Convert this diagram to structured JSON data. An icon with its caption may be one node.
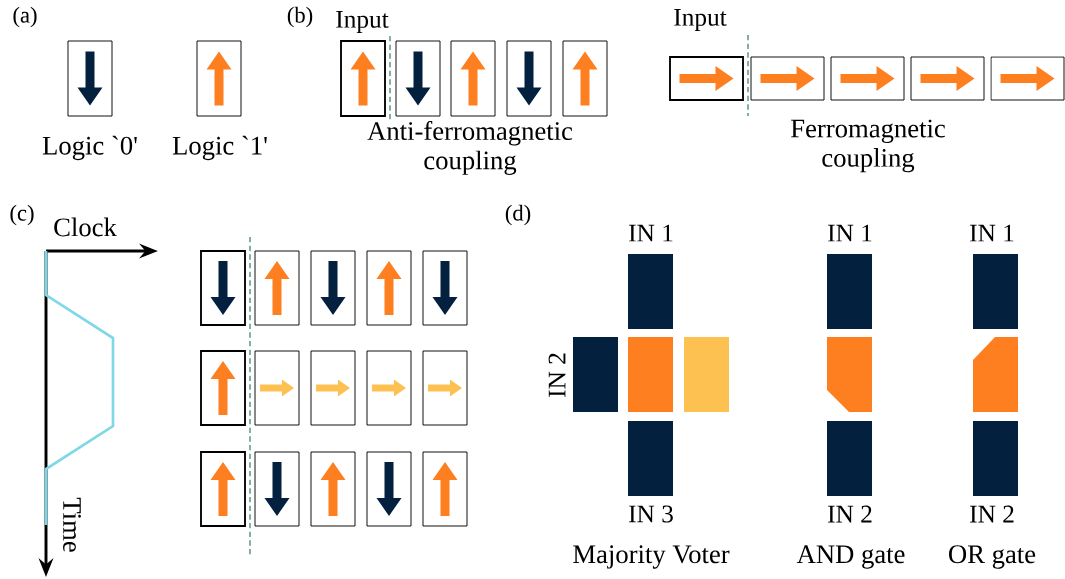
{
  "diagram": {
    "labels": [
      "(a)",
      "(b)",
      "Input",
      "Input",
      "Logic `0'",
      "Logic `1'",
      "Anti-ferromagnetic coupling",
      "Ferromagnetic coupling",
      "(c)",
      "Clock",
      "(d)",
      "IN 1",
      "IN 1",
      "IN 1",
      "IN 2",
      "Time",
      "IN 3",
      "IN 2",
      "IN 2",
      "Majority Voter",
      "AND gate",
      "OR gate"
    ]
  }
}
